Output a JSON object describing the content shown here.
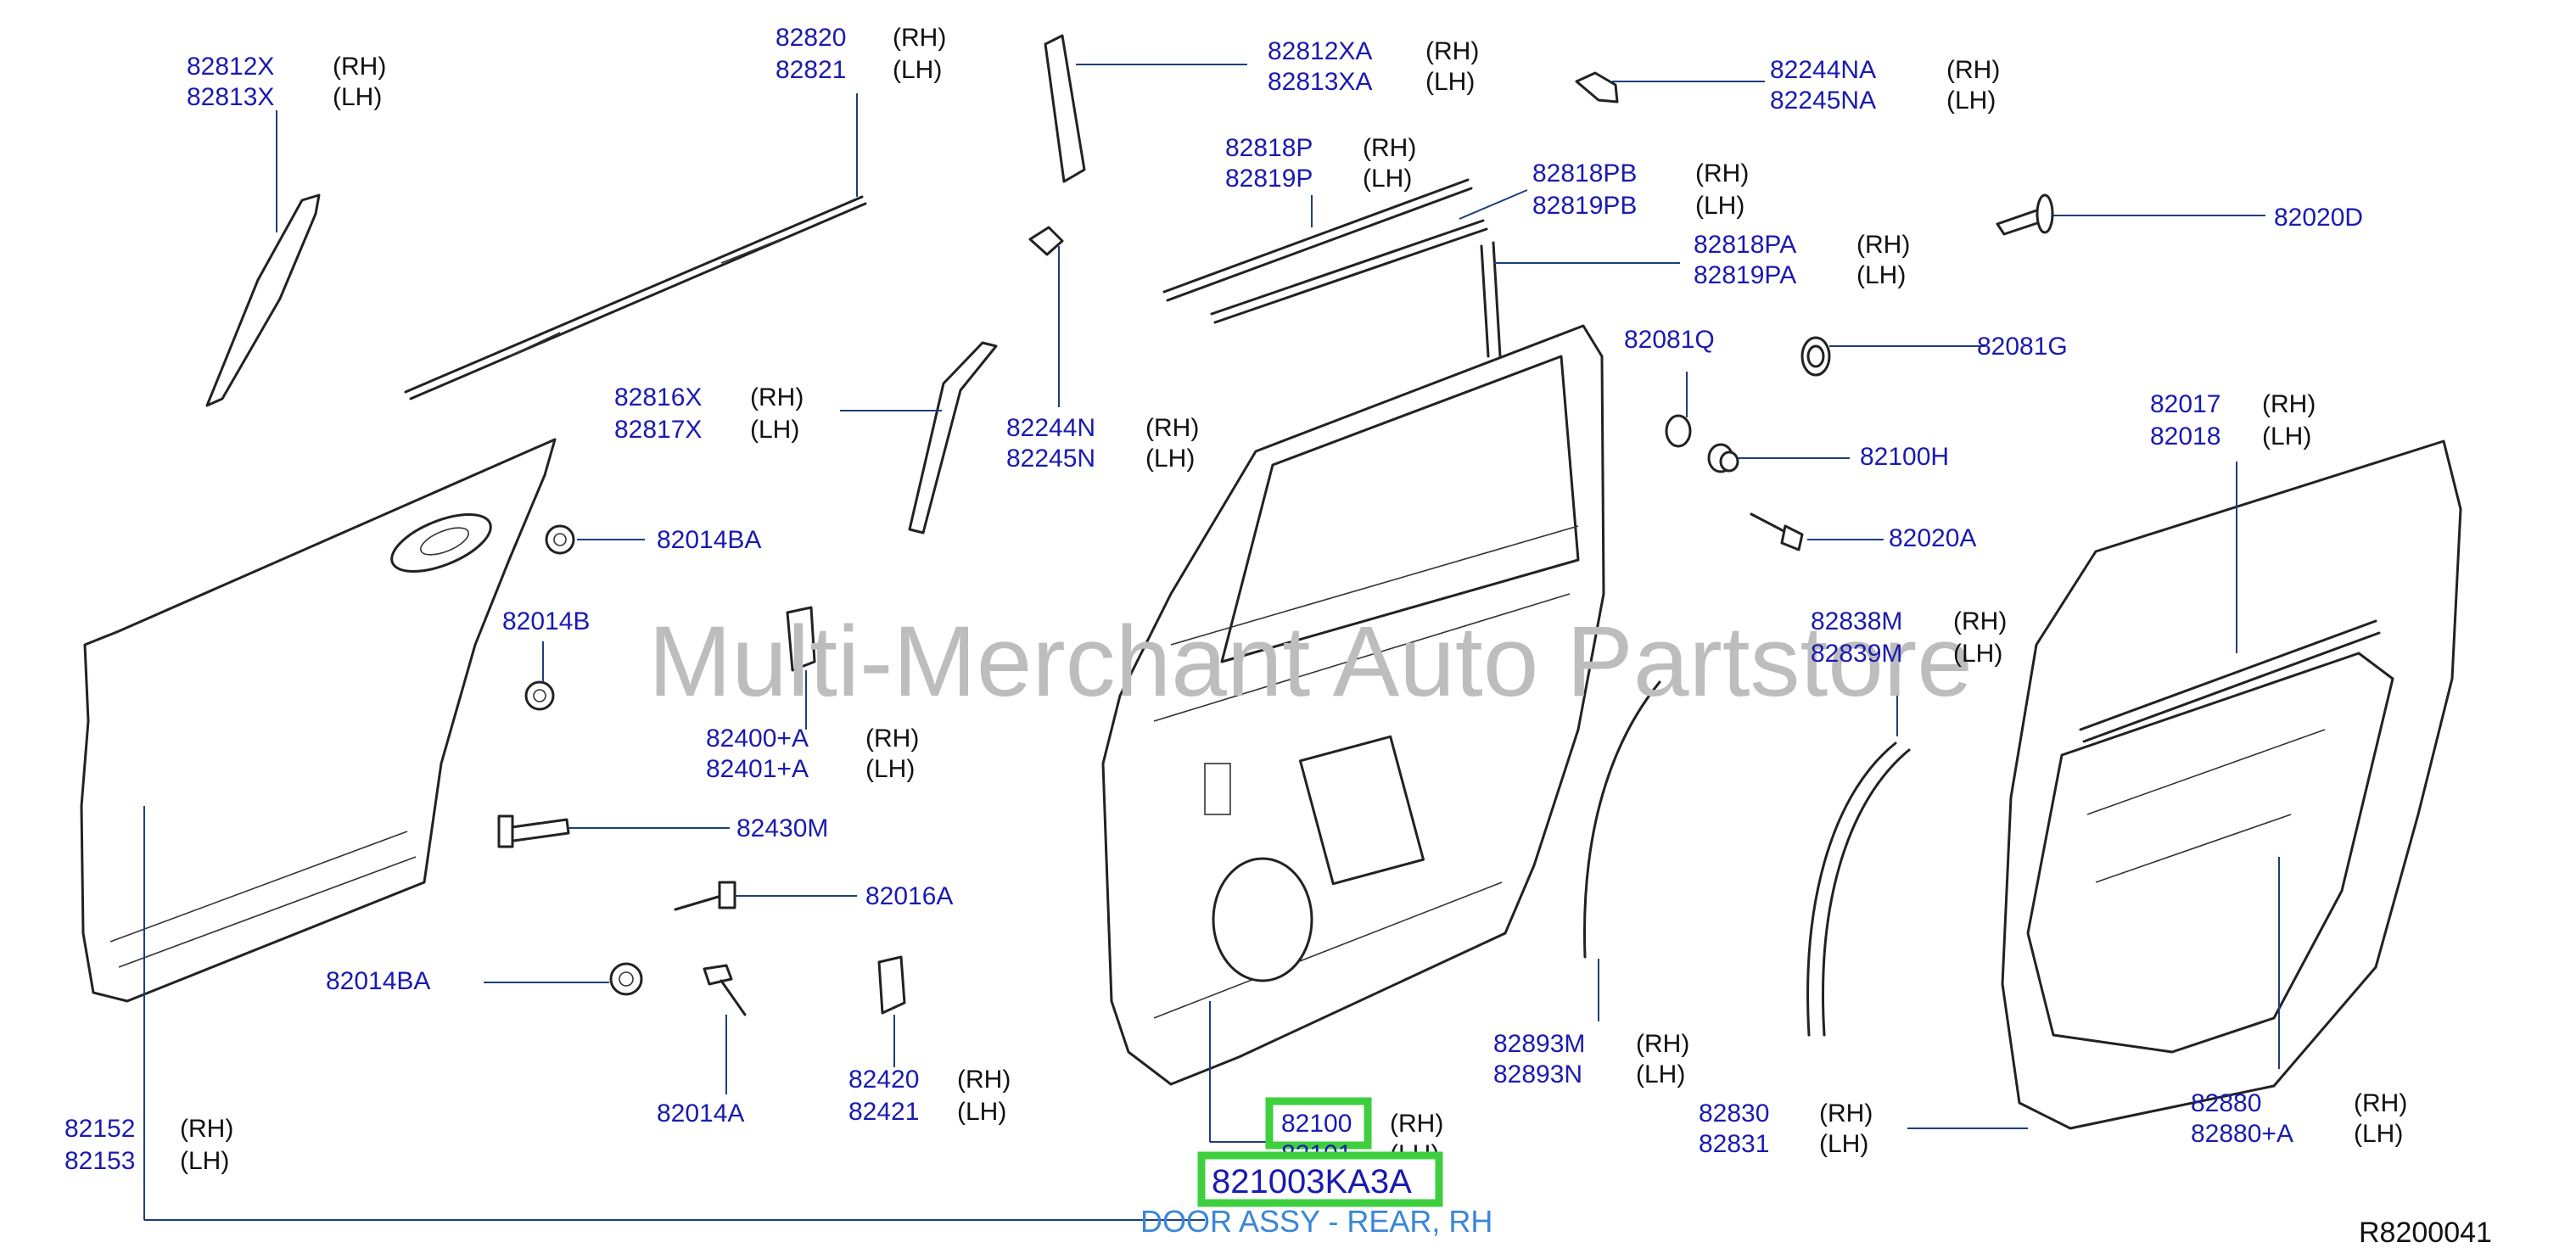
{
  "diagram": {
    "figure_code": "R8200041",
    "watermark": "Multi-Merchant Auto Partstore",
    "highlight": {
      "part_number": "821003KA3A",
      "description": "DOOR ASSY - REAR, RH",
      "color": "#3ecf3e"
    },
    "callouts": [
      {
        "id": "c1",
        "parts": [
          "82812X",
          "82813X"
        ],
        "sides": [
          "(RH)",
          "(LH)"
        ]
      },
      {
        "id": "c2",
        "parts": [
          "82820",
          "82821"
        ],
        "sides": [
          "(RH)",
          "(LH)"
        ]
      },
      {
        "id": "c3",
        "parts": [
          "82812XA",
          "82813XA"
        ],
        "sides": [
          "(RH)",
          "(LH)"
        ]
      },
      {
        "id": "c4",
        "parts": [
          "82244NA",
          "82245NA"
        ],
        "sides": [
          "(RH)",
          "(LH)"
        ]
      },
      {
        "id": "c5",
        "parts": [
          "82818P",
          "82819P"
        ],
        "sides": [
          "(RH)",
          "(LH)"
        ]
      },
      {
        "id": "c6",
        "parts": [
          "82818PB",
          "82819PB"
        ],
        "sides": [
          "(RH)",
          "(LH)"
        ]
      },
      {
        "id": "c7",
        "parts": [
          "82020D"
        ],
        "sides": []
      },
      {
        "id": "c8",
        "parts": [
          "82818PA",
          "82819PA"
        ],
        "sides": [
          "(RH)",
          "(LH)"
        ]
      },
      {
        "id": "c9",
        "parts": [
          "82081Q"
        ],
        "sides": []
      },
      {
        "id": "c10",
        "parts": [
          "82081G"
        ],
        "sides": []
      },
      {
        "id": "c11",
        "parts": [
          "82816X",
          "82817X"
        ],
        "sides": [
          "(RH)",
          "(LH)"
        ]
      },
      {
        "id": "c12",
        "parts": [
          "82244N",
          "82245N"
        ],
        "sides": [
          "(RH)",
          "(LH)"
        ]
      },
      {
        "id": "c13",
        "parts": [
          "82017",
          "82018"
        ],
        "sides": [
          "(RH)",
          "(LH)"
        ]
      },
      {
        "id": "c14",
        "parts": [
          "82100H"
        ],
        "sides": []
      },
      {
        "id": "c15",
        "parts": [
          "82014BA"
        ],
        "sides": []
      },
      {
        "id": "c16",
        "parts": [
          "82020A"
        ],
        "sides": []
      },
      {
        "id": "c17",
        "parts": [
          "82014B"
        ],
        "sides": []
      },
      {
        "id": "c18",
        "parts": [
          "82838M",
          "82839M"
        ],
        "sides": [
          "(RH)",
          "(LH)"
        ]
      },
      {
        "id": "c19",
        "parts": [
          "82400+A",
          "82401+A"
        ],
        "sides": [
          "(RH)",
          "(LH)"
        ]
      },
      {
        "id": "c20",
        "parts": [
          "82430M"
        ],
        "sides": []
      },
      {
        "id": "c21",
        "parts": [
          "82016A"
        ],
        "sides": []
      },
      {
        "id": "c22",
        "parts": [
          "82014BA"
        ],
        "sides": []
      },
      {
        "id": "c23",
        "parts": [
          "82893M",
          "82893N"
        ],
        "sides": [
          "(RH)",
          "(LH)"
        ]
      },
      {
        "id": "c24",
        "parts": [
          "82420",
          "82421"
        ],
        "sides": [
          "(RH)",
          "(LH)"
        ]
      },
      {
        "id": "c25",
        "parts": [
          "82014A"
        ],
        "sides": []
      },
      {
        "id": "c26",
        "parts": [
          "82880",
          "82880+A"
        ],
        "sides": [
          "(RH)",
          "(LH)"
        ]
      },
      {
        "id": "c27",
        "parts": [
          "82830",
          "82831"
        ],
        "sides": [
          "(RH)",
          "(LH)"
        ]
      },
      {
        "id": "c28",
        "parts": [
          "82152",
          "82153"
        ],
        "sides": [
          "(RH)",
          "(LH)"
        ]
      },
      {
        "id": "c29",
        "parts": [
          "82100",
          "82101"
        ],
        "sides": [
          "(RH)",
          "(LH)"
        ]
      }
    ]
  }
}
